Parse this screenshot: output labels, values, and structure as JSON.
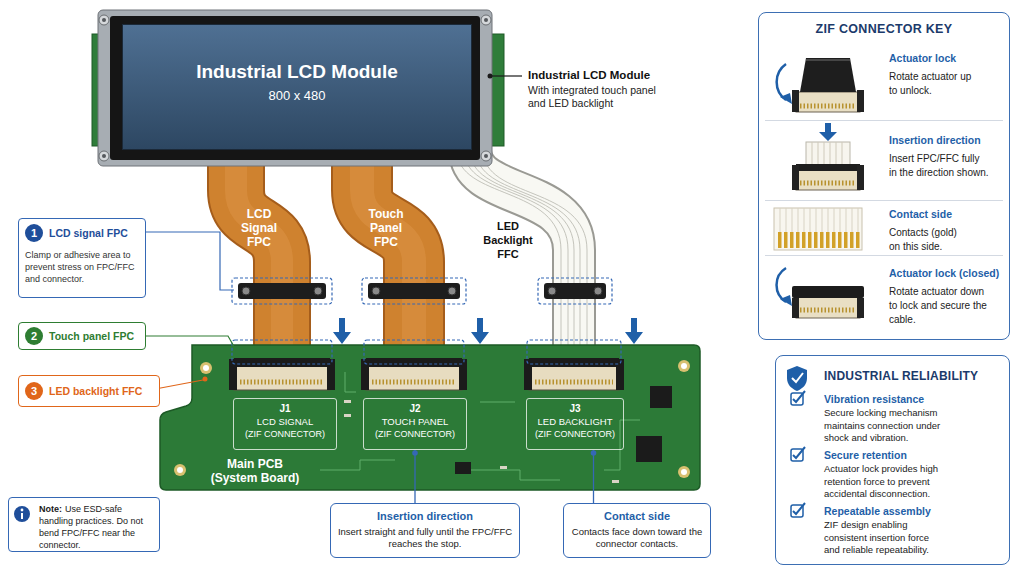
{
  "diagram": {
    "nodes": [
      {
        "text": [
          "Industrial LCD Module",
          "800 x 480"
        ]
      },
      {
        "text": [
          "LCD signal FPC",
          "Clamp or adhesive area to prevent stress on FPC/FFC and connector."
        ]
      },
      {
        "text": [
          "1"
        ],
        "in": 1
      },
      {
        "text": [
          "Touch panel FPC"
        ]
      },
      {
        "text": [
          "2"
        ],
        "in": 3
      },
      {
        "text": [
          "LED backlight FFC"
        ]
      },
      {
        "text": [
          "3"
        ],
        "in": 5
      },
      {
        "text": [
          "Main PCB (System Board)"
        ]
      },
      {
        "text": [
          "J1",
          "LCD SIGNAL",
          "(ZIF CONNECTOR)"
        ],
        "in": 7
      },
      {
        "text": [
          "J2",
          "TOUCH PANEL",
          "(ZIF CONNECTOR)"
        ],
        "in": 7
      },
      {
        "text": [
          "J3",
          "LED BACKLIGHT",
          "(ZIF CONNECTOR)"
        ],
        "in": 7
      },
      {
        "text": [
          "Note:",
          "Use ESD-safe handling practices. Do not bend FPC/FFC near the connector."
        ]
      },
      {
        "text": [
          "Insertion direction",
          "Insert straight and fully until the FPC/FFC reaches the stop."
        ]
      },
      {
        "text": [
          "Contact side",
          "Contacts face down toward the connector contacts."
        ]
      },
      {
        "text": [
          "ZIF CONNECTOR KEY"
        ]
      },
      {
        "text": [
          "Actuator lock",
          "Rotate actuator up to unlock."
        ],
        "in": 14
      },
      {
        "text": [
          "Insertion direction",
          "Insert FPC/FFC fully in the direction shown."
        ],
        "in": 14
      },
      {
        "text": [
          "Contact side",
          "Contacts (gold) on this side."
        ],
        "in": 14
      },
      {
        "text": [
          "Actuator lock (closed)",
          "Rotate actuator down to lock and secure the cable."
        ],
        "in": 14
      },
      {
        "text": [
          "INDUSTRIAL RELIABILITY"
        ]
      },
      {
        "text": [
          "Vibration resistance",
          "Secure locking mechanism maintains connection under shock and vibration."
        ],
        "in": 19
      },
      {
        "text": [
          "Secure retention",
          "Actuator lock provides high retention force to prevent accidental disconnection."
        ],
        "in": 19
      },
      {
        "text": [
          "Repeatable assembly",
          "ZIF design enabling consistent insertion force and reliable repeatability."
        ],
        "in": 19
      }
    ],
    "edges": [
      {
        "from": 9,
        "to": 12,
        "arrow": "none"
      },
      {
        "from": 10,
        "to": 13,
        "arrow": "none"
      }
    ],
    "labels": [
      "Industrial LCD Module",
      "With integrated touch panel and LED backlight",
      "LCD Signal FPC",
      "Touch Panel FPC",
      "LED Backlight FFC"
    ]
  }
}
